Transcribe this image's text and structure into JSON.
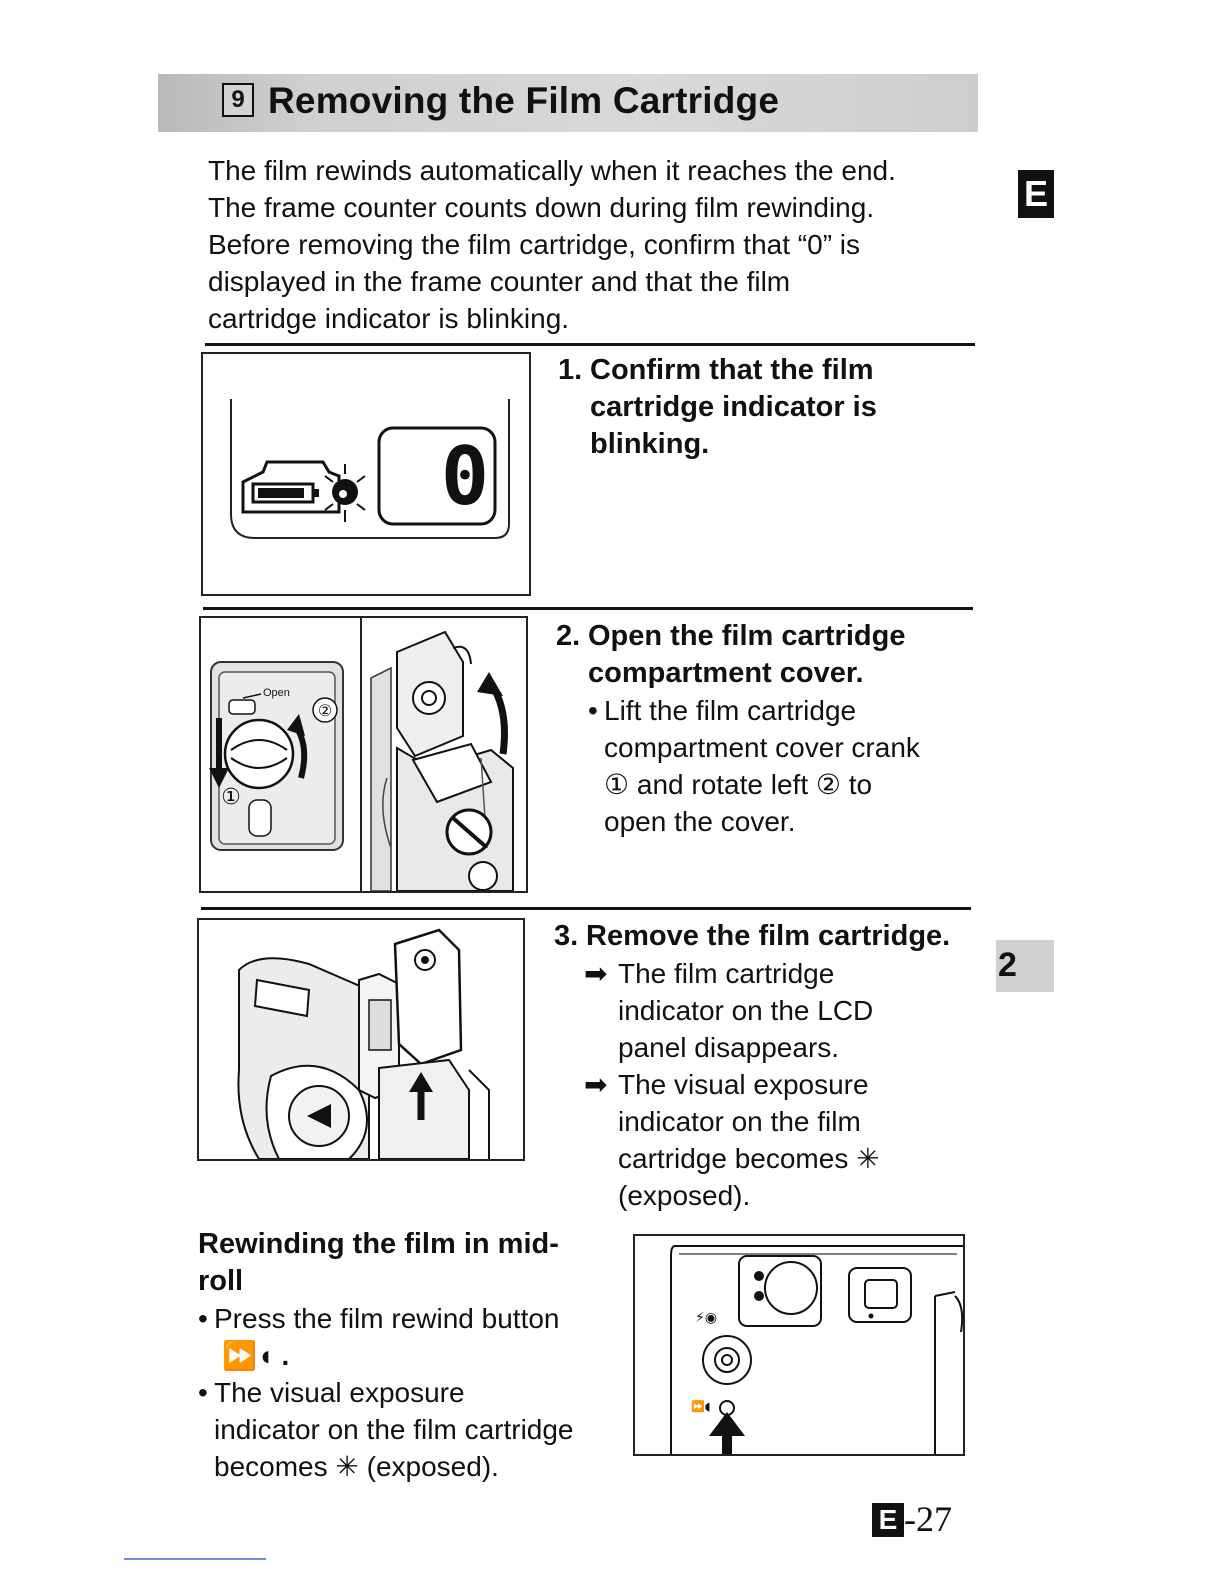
{
  "header": {
    "section_number": "9",
    "title": "Removing the Film Cartridge"
  },
  "intro": {
    "lines": [
      "The film rewinds automatically when it reaches the end.",
      "The frame counter counts down during film rewinding.",
      "Before removing the film cartridge, confirm that “0” is",
      "displayed in the frame counter and that the film",
      "cartridge indicator is blinking."
    ]
  },
  "side_tabs": {
    "language": "E",
    "chapter": "2"
  },
  "steps": [
    {
      "number": "1.",
      "title_lines": [
        "Confirm that the film",
        "cartridge indicator is",
        "blinking."
      ],
      "figure": {
        "counter_digit": "0"
      }
    },
    {
      "number": "2.",
      "title_lines": [
        "Open the film cartridge",
        "compartment cover."
      ],
      "bullet_mark": "•",
      "bullet_lines": [
        "Lift the film cartridge",
        "compartment cover crank",
        "① and rotate left ② to",
        "open the cover."
      ],
      "figure": {
        "open_label": "Open",
        "callout_1": "①",
        "callout_2": "②"
      }
    },
    {
      "number": "3.",
      "title_lines": [
        "Remove the film cartridge."
      ],
      "result_mark": "➡",
      "results": [
        {
          "lines": [
            "The film cartridge",
            "indicator on the LCD",
            "panel disappears."
          ]
        },
        {
          "lines": [
            "The visual exposure",
            "indicator on the film",
            "cartridge becomes ✳",
            "(exposed)."
          ]
        }
      ]
    }
  ],
  "rewind": {
    "heading_lines": [
      "Rewinding the film in mid-",
      "roll"
    ],
    "bullet_mark": "•",
    "item1_lines": [
      "Press the film rewind button",
      "⏩◖ ."
    ],
    "item2_lines": [
      "The visual exposure",
      "indicator on the film cartridge",
      "becomes ✳ (exposed)."
    ]
  },
  "footer": {
    "prefix": "E",
    "page": "-27"
  }
}
